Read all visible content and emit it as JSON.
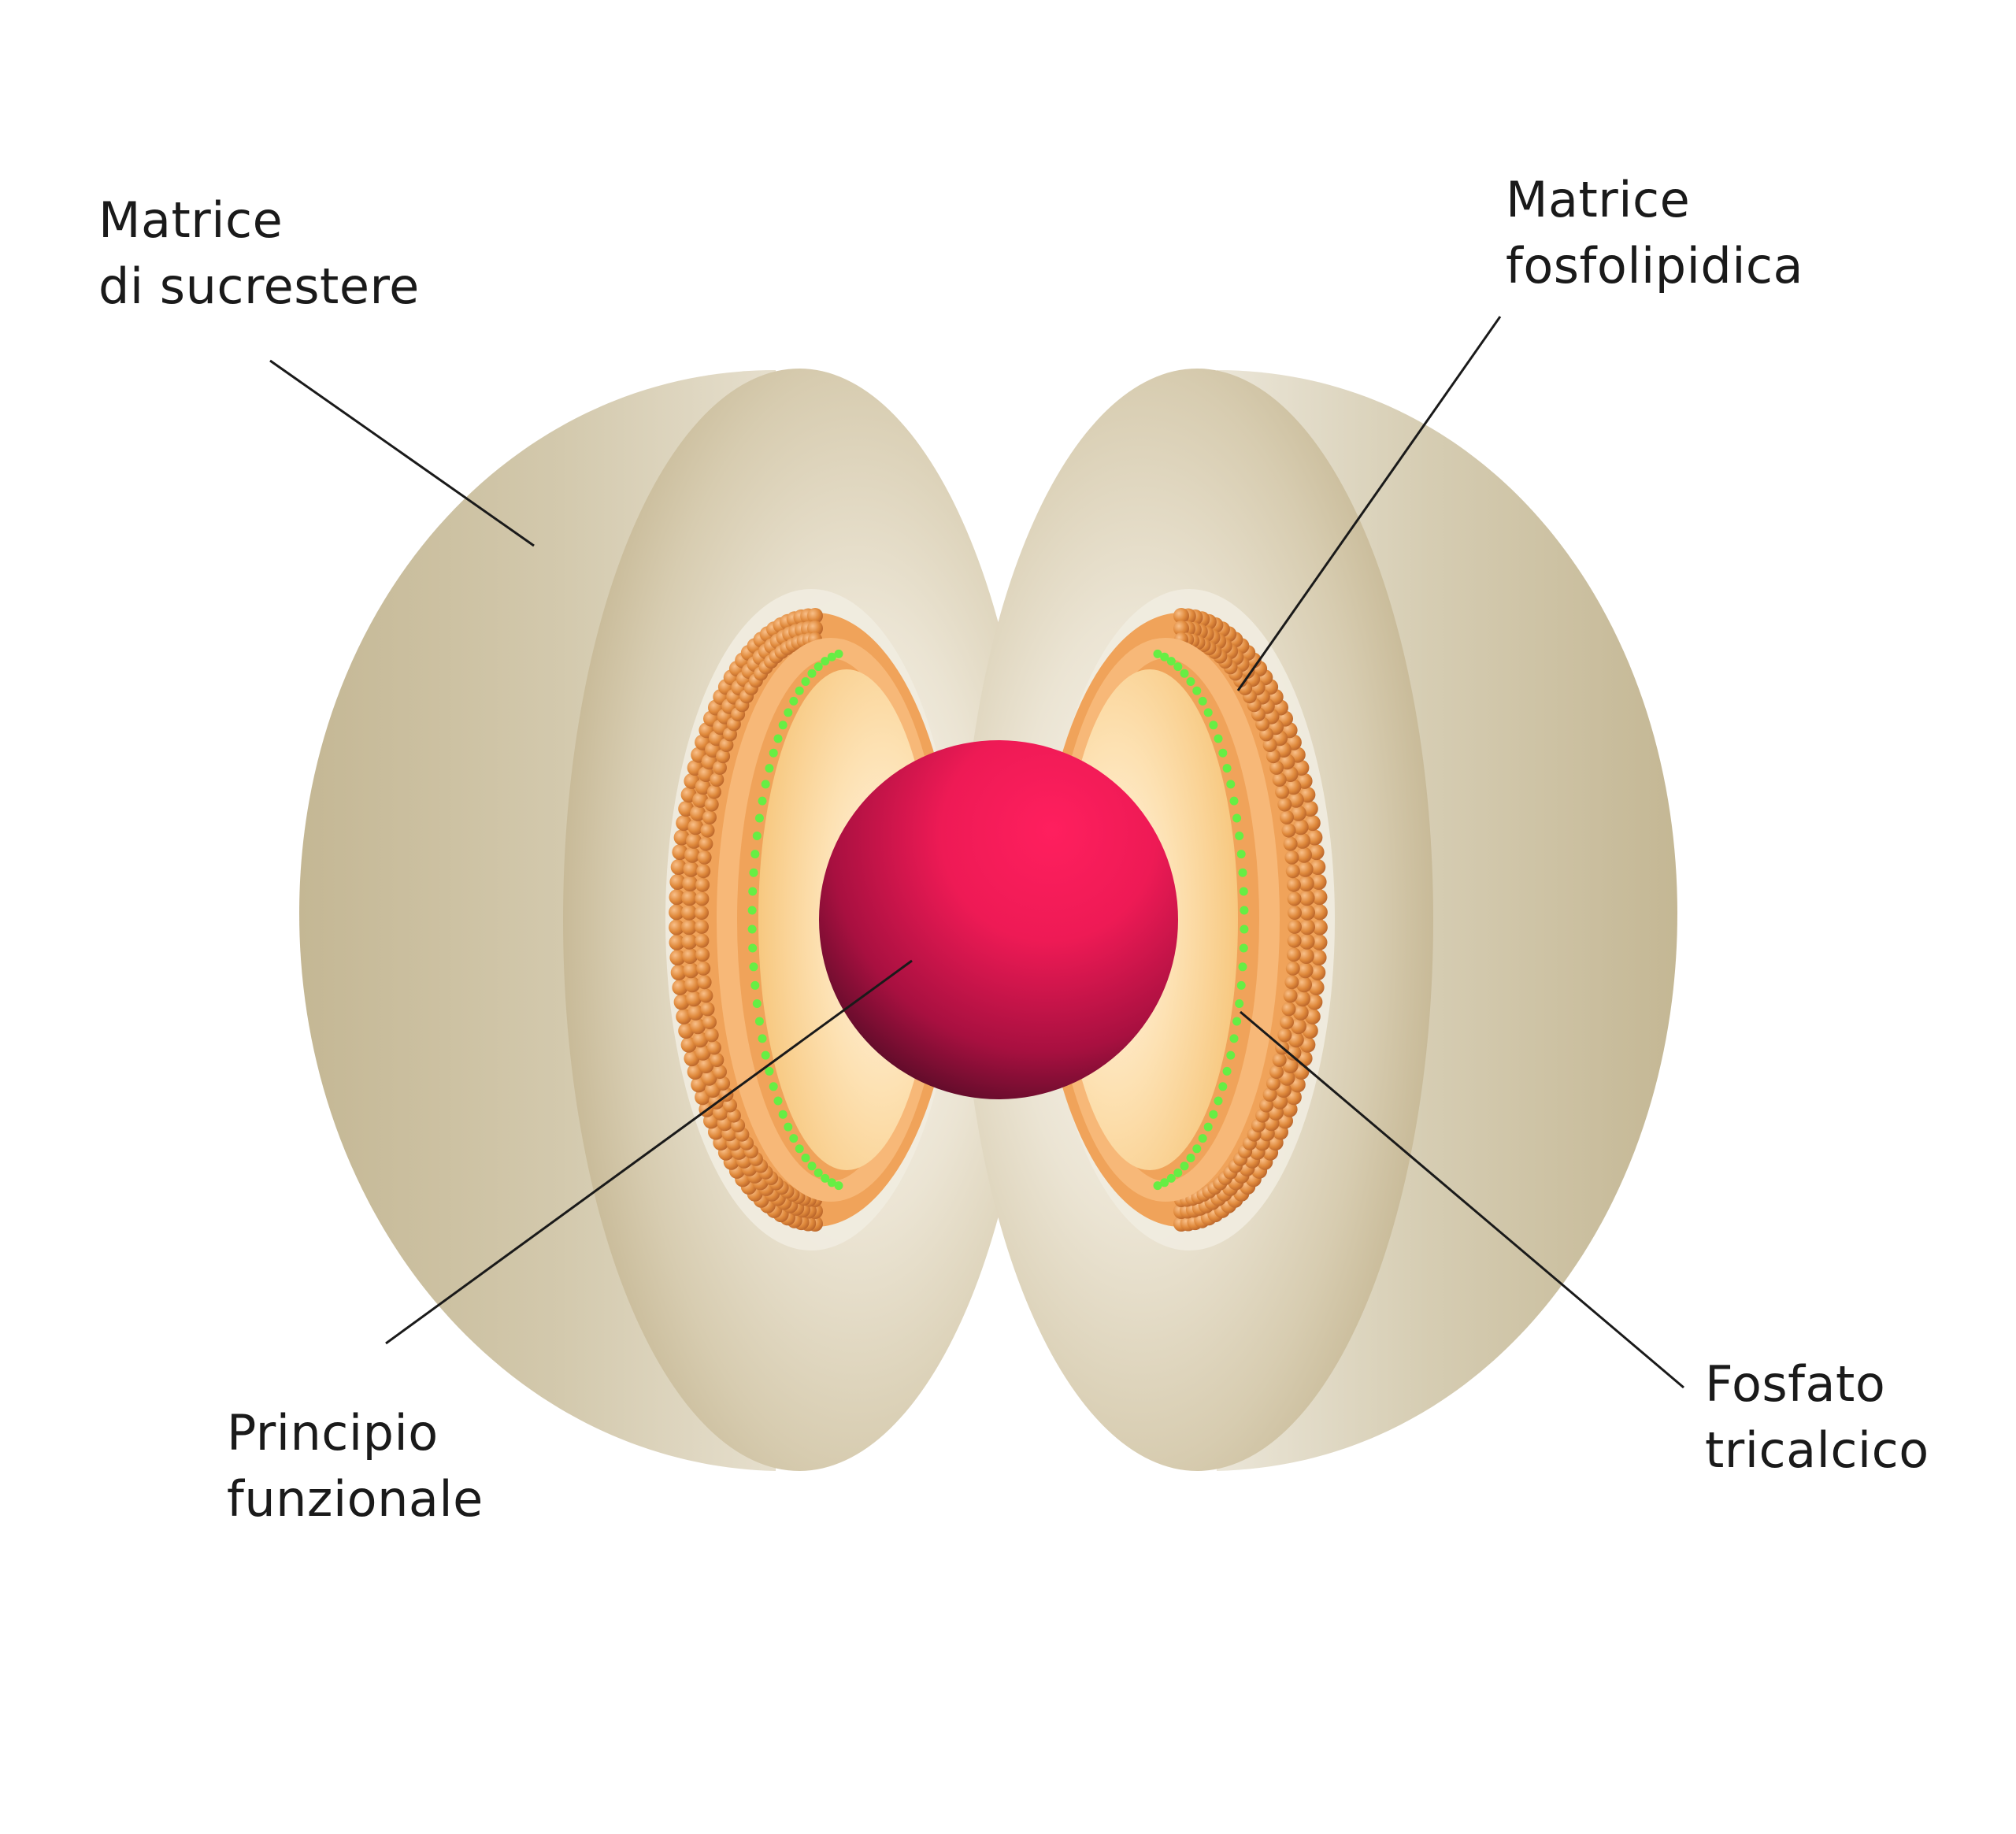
{
  "labels": {
    "sucrestere": {
      "line1": "Matrice",
      "line2": "di sucrestere"
    },
    "fosfolipidica": {
      "line1": "Matrice",
      "line2": "fosfolipidica"
    },
    "principio": {
      "line1": "Principio",
      "line2": "funzionale"
    },
    "fosfato": {
      "line1": "Fosfato",
      "line2": "tricalcico"
    }
  },
  "colors": {
    "background": "#ffffff",
    "shell_outer": "#c9bd9d",
    "shell_inner": "#efe9db",
    "lipid_head": "#e08a3c",
    "lipid_tail": "#f4a862",
    "core_cavity": "#fbd598",
    "tricalcium_dots": "#66ee44",
    "sphere": "#ee1a55",
    "leader_line": "#1a1a1a",
    "text": "#1a1a1a"
  }
}
